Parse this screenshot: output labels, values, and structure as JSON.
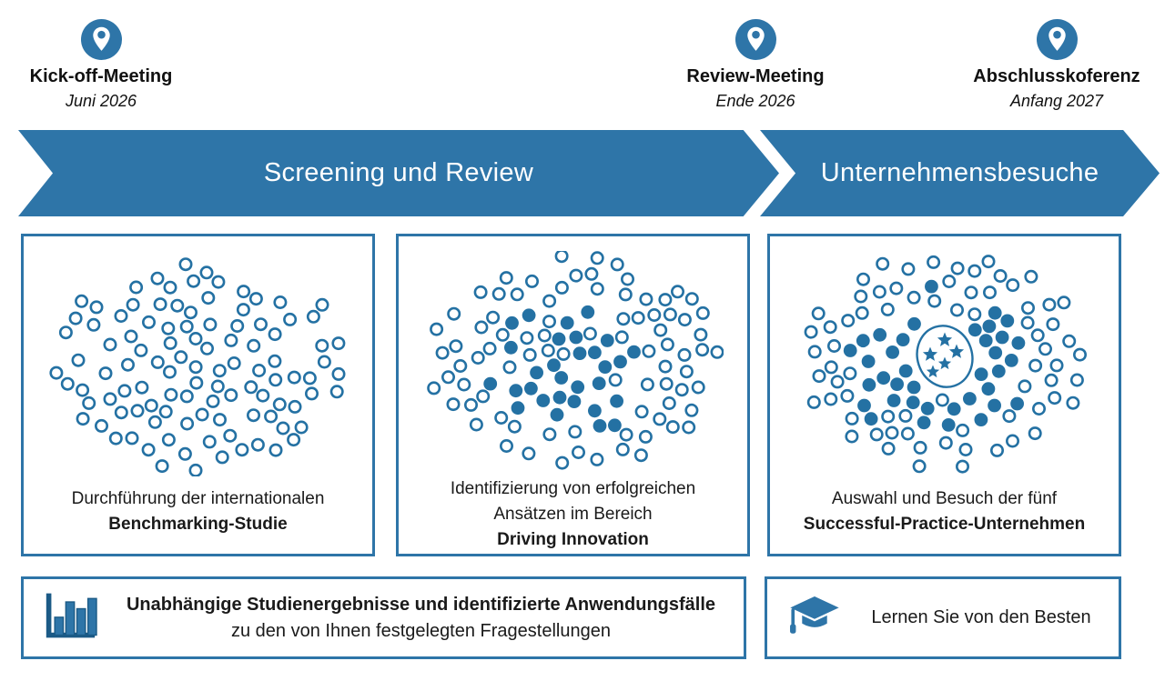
{
  "colors": {
    "primary_blue": "#2E75A8",
    "dot_blue": "#2471A3",
    "dark_blue": "#1B5A86",
    "text": "#1a1a1a",
    "white": "#ffffff"
  },
  "milestones": [
    {
      "label": "Kick-off-Meeting",
      "date": "Juni 2026"
    },
    {
      "label": "Review-Meeting",
      "date": "Ende 2026"
    },
    {
      "label": "Abschlusskoferenz",
      "date": "Anfang 2027"
    }
  ],
  "phases": [
    {
      "label": "Screening und Review"
    },
    {
      "label": "Unternehmensbesuche"
    }
  ],
  "steps": [
    {
      "lines": [
        "Durchführung der internationalen"
      ],
      "bold_line": "Benchmarking-Studie",
      "cluster": {
        "count": 105,
        "seed": 7,
        "filled": "none",
        "stars": 0
      }
    },
    {
      "lines": [
        "Identifizierung von erfolgreichen",
        "Ansätzen im Bereich"
      ],
      "bold_line": "Driving Innovation",
      "cluster": {
        "count": 114,
        "seed": 13,
        "filled": "center",
        "stars": 0
      }
    },
    {
      "lines": [
        "Auswahl und Besuch der fünf"
      ],
      "bold_line": "Successful-Practice-Unternehmen",
      "cluster": {
        "count": 108,
        "seed": 5,
        "filled": "center",
        "stars": 5
      }
    }
  ],
  "footers": [
    {
      "icon": "bar-chart-icon",
      "bold_line": "Unabhängige Studienergebnisse und identifizierte Anwendungsfälle",
      "line": "zu den von Ihnen festgelegten Fragestellungen"
    },
    {
      "icon": "graduation-cap-icon",
      "line": "Lernen Sie von den Besten"
    }
  ]
}
